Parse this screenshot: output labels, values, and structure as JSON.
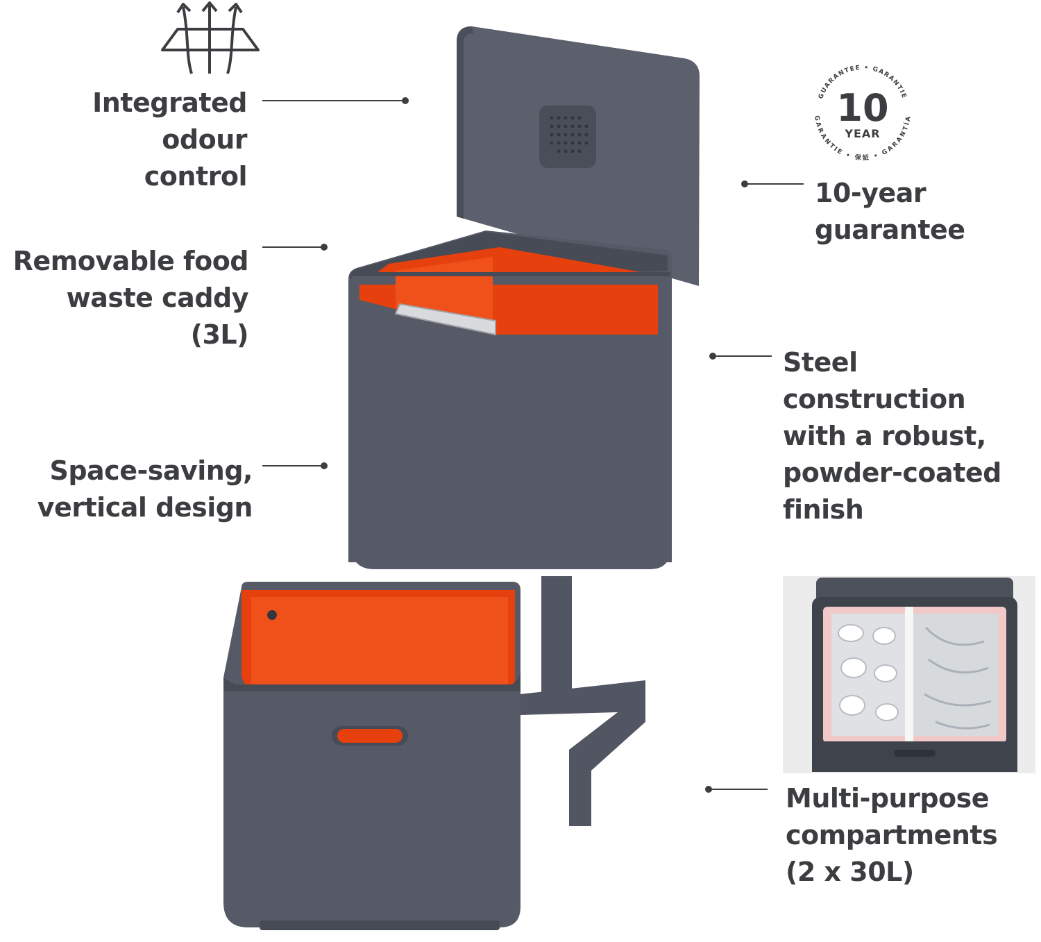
{
  "features": {
    "odour": "Integrated odour\ncontrol",
    "caddy": "Removable food\nwaste caddy (3L)",
    "space": "Space-saving,\nvertical design",
    "guarantee": "10-year\nguarantee",
    "steel": "Steel construction\nwith a robust,\npowder-coated\nfinish",
    "compartments": "Multi-purpose\ncompartments\n(2 x 30L)"
  },
  "badge": {
    "number": "10",
    "unit": "YEAR",
    "ring_top": "GUARANTEE • GARANTIE",
    "ring_bottom": "GARANTIE • 保証 • GARANTÍA"
  },
  "icons": {
    "odour_icon": "airflow-filter-icon",
    "badge_icon": "guarantee-seal-icon"
  },
  "colors": {
    "text": "#3b3d40",
    "bin_body": "#555a66",
    "bin_dark": "#474b55",
    "accent_orange": "#e5400e"
  }
}
